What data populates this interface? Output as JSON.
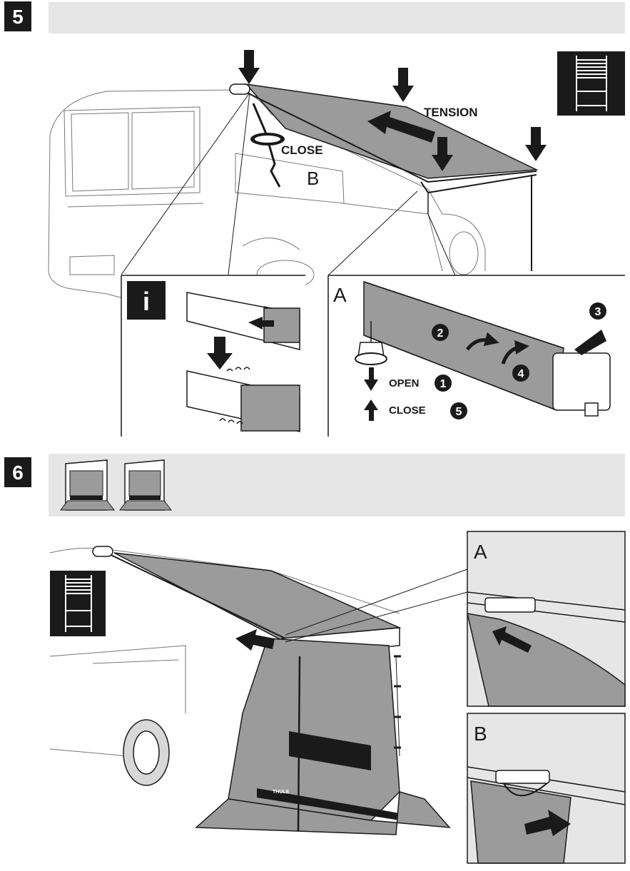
{
  "step5": {
    "number": "5",
    "labels": {
      "tension": "TENSION",
      "close_b": "CLOSE",
      "b": "B",
      "info": "i",
      "a": "A",
      "open": "OPEN",
      "close_a": "CLOSE",
      "markers": [
        "1",
        "2",
        "3",
        "4",
        "5"
      ]
    }
  },
  "step6": {
    "number": "6",
    "labels": {
      "a": "A",
      "b": "B",
      "brand": "THULE"
    }
  },
  "colors": {
    "badge": "#1a1a1a",
    "header_band": "#e6e6e6",
    "fabric": "#9b9b9b",
    "line": "#1a1a1a"
  },
  "icons": [
    "ladder-icon",
    "tent-side-panel-icon",
    "crank-icon",
    "rotate-icon",
    "arrow-icon"
  ]
}
